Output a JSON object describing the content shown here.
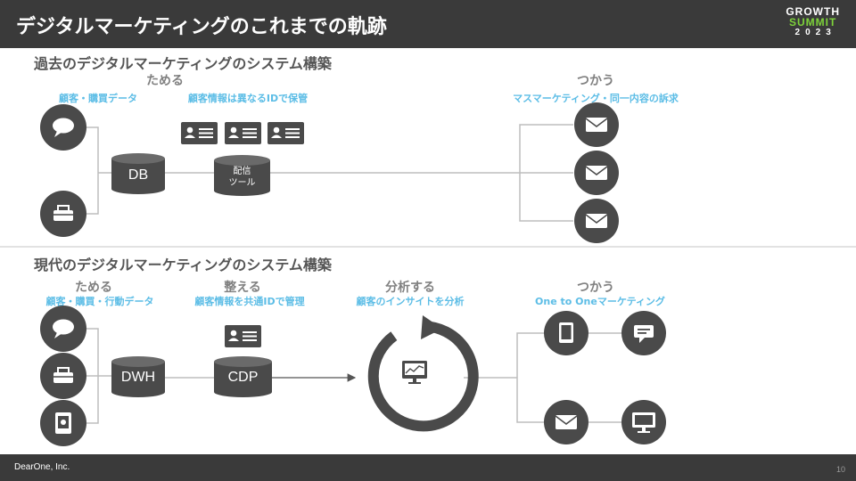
{
  "header": {
    "title": "デジタルマーケティングのこれまでの軌跡"
  },
  "logo": {
    "line1": "GROWTH",
    "line2": "SUMMIT",
    "line3": "2023"
  },
  "past": {
    "title": "過去のデジタルマーケティングのシステム構築",
    "phase_store": "ためる",
    "phase_use": "つかう",
    "caption_data": "顧客・購買データ",
    "caption_ids": "顧客情報は異なるIDで保管",
    "caption_mass": "マスマーケティング・同一内容の訴求",
    "db_label": "DB",
    "tool_label_1": "配信",
    "tool_label_2": "ツール"
  },
  "current": {
    "title": "現代のデジタルマーケティングのシステム構築",
    "phase_store": "ためる",
    "phase_organize": "整える",
    "phase_analyze": "分析する",
    "phase_use": "つかう",
    "caption_data": "顧客・購買・行動データ",
    "caption_common_id": "顧客情報を共通IDで管理",
    "caption_insight": "顧客のインサイトを分析",
    "caption_one_to_one": "One to Oneマーケティング",
    "dwh_label": "DWH",
    "cdp_label": "CDP"
  },
  "colors": {
    "header_bg": "#3a3a3a",
    "icon_dark": "#4a4a4a",
    "accent_blue": "#5cbde6",
    "logo_green": "#7ed33a"
  },
  "icons": [
    "chat-bubble-icon",
    "shopping-bag-icon",
    "id-card-icon",
    "mail-icon",
    "tablet-icon",
    "message-icon",
    "monitor-icon",
    "analytics-icon",
    "cycle-arrow-icon"
  ],
  "footer": {
    "company": "DearOne, Inc.",
    "page_number": "10"
  }
}
